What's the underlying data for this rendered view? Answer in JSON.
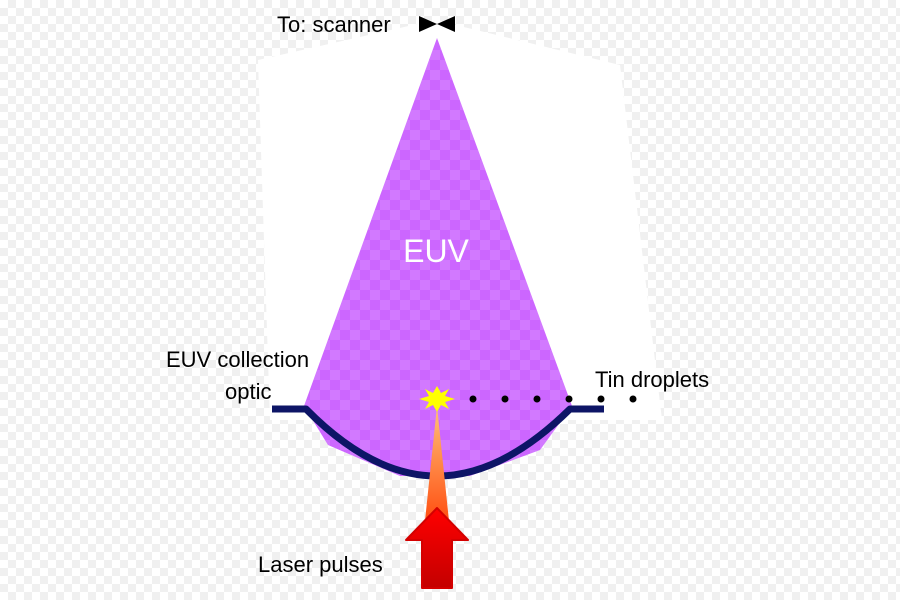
{
  "labels": {
    "to_scanner": "To: scanner",
    "euv": "EUV",
    "collection_optic_line1": "EUV collection",
    "collection_optic_line2": "optic",
    "tin_droplets": "Tin droplets",
    "laser_pulses": "Laser pulses"
  },
  "colors": {
    "euv_beam": "#cc66ff",
    "collection_mirror": "#0d1566",
    "laser_beam_top": "#ffc27a",
    "laser_beam_bottom": "#ff3b00",
    "laser_arrow": "#e00000",
    "laser_arrow_outline": "#d40000",
    "plasma_flash": "#ffff00",
    "droplet": "#000000"
  },
  "icons": {
    "focus": "bowtie-icon"
  }
}
